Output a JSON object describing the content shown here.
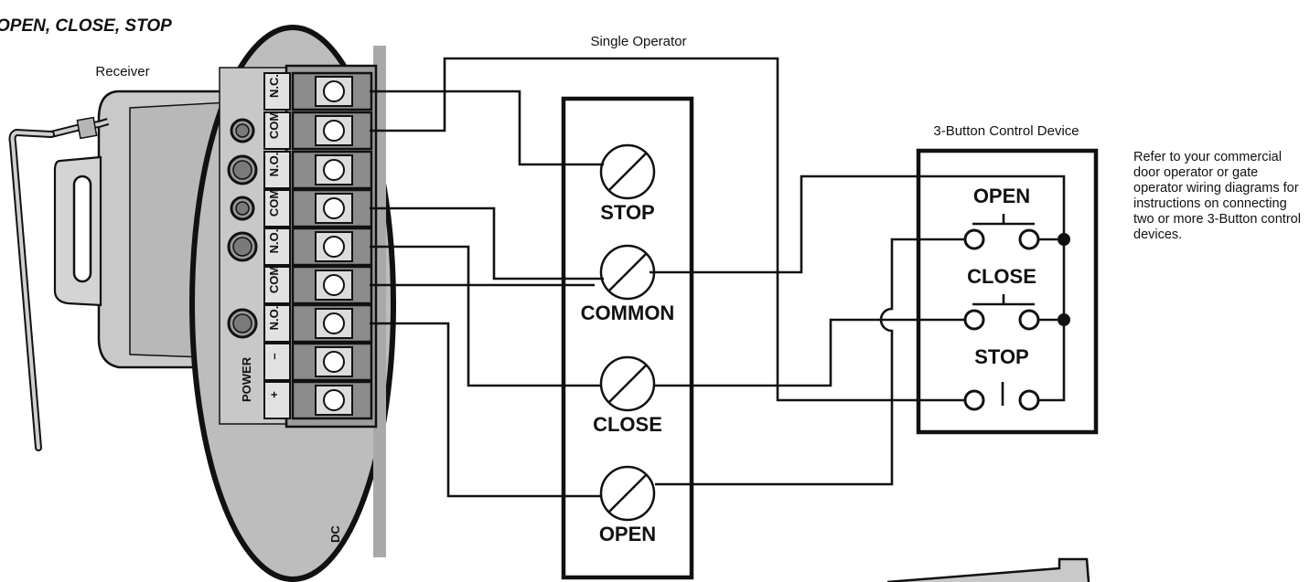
{
  "title": "OPEN, CLOSE, STOP",
  "receiver_label": "Receiver",
  "single_operator_label": "Single Operator",
  "control_device_label": "3-Button Control Device",
  "note_text": "Refer to your commercial door operator or gate operator wiring diagrams for instructions on connecting two or more 3-Button control devices.",
  "receiver_terminals": [
    "N.C.",
    "COM",
    "N.O.",
    "COM",
    "N.O.",
    "COM",
    "N.O.",
    "–",
    "+"
  ],
  "power_label": "POWER",
  "dc_label": "DC",
  "operator_terminals": [
    "STOP",
    "COMMON",
    "CLOSE",
    "OPEN"
  ],
  "control_buttons": [
    "OPEN",
    "CLOSE",
    "STOP"
  ]
}
